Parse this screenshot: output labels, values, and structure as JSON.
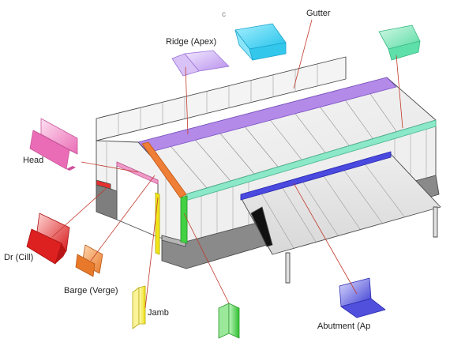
{
  "labels": {
    "gutter": "Gutter",
    "ridge": "Ridge (Apex)",
    "head": "Head",
    "cill": "Dr   (Cill)",
    "barge": "Barge (Verge)",
    "jamb": "Jamb",
    "abutment": "Abutment (Ap",
    "stray_mark": "c"
  },
  "colors": {
    "outline": "#4a4a4a",
    "leader": "#c0392b",
    "ridge_flashing": "#b18be8",
    "gutter_piece": "#3fd0f0",
    "head_piece": "#ef7fbf",
    "cill_piece": "#e02a2a",
    "barge_piece": "#ee8636",
    "jamb_piece": "#f2e619",
    "corner_piece": "#3ccf3c",
    "abutment_piece": "#4444d8",
    "eave_trim": "#7fe8c8",
    "top_right_piece": "#5fe0a8",
    "base_panel": "#8a8a8a"
  }
}
